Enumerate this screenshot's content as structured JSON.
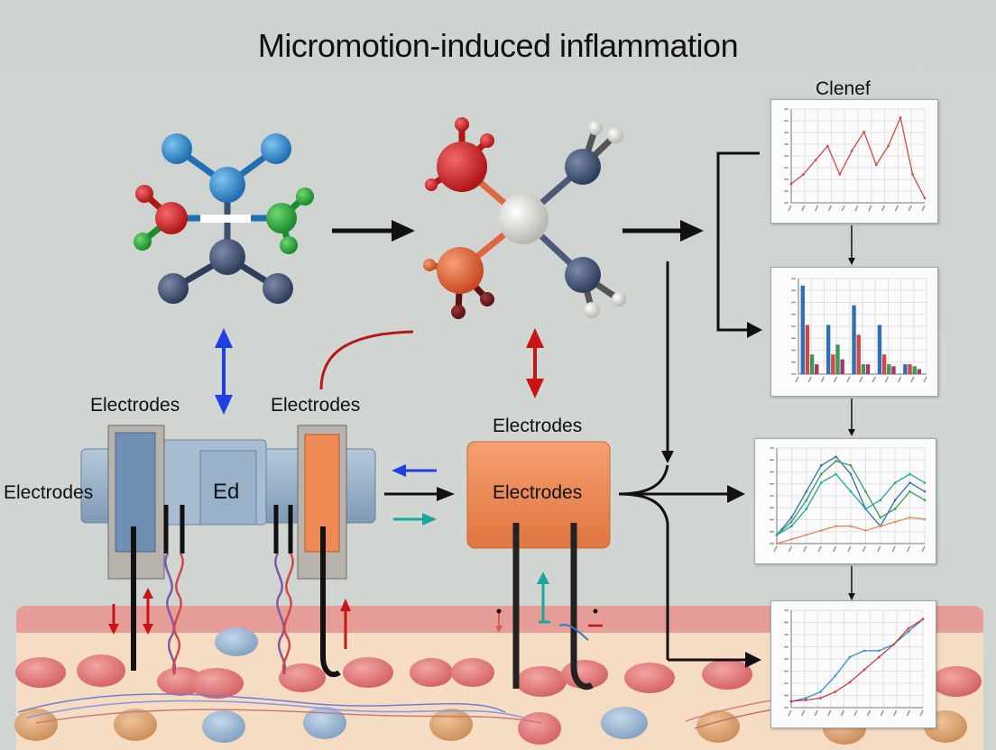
{
  "title": "Micromotion-induced inflammation",
  "labels": {
    "electrodes_left_top": "Electrodes",
    "electrodes_mid_top": "Electrodes",
    "electrodes_right_top": "Electrodes",
    "electrodes_left_side": "Electrodes",
    "electrode_box": "Electrodes",
    "device_label": "Ed"
  },
  "chart_title": "Clenef",
  "colors": {
    "blue_arrow": "#1f3fe0",
    "red_arrow": "#c81414",
    "teal_arrow": "#1aa7a0",
    "electrode_orange": "#f08a55",
    "device_blue": "#9ab4cc",
    "tissue_pink": "#e8a39a"
  },
  "chart_data": [
    {
      "type": "line",
      "series": [
        {
          "values": [
            2,
            3,
            4.5,
            6,
            3,
            5.5,
            7.5,
            4,
            6,
            9,
            3,
            0.5
          ]
        }
      ]
    },
    {
      "type": "bar",
      "series": [
        {
          "values": [
            9,
            5,
            7,
            5,
            1
          ]
        },
        {
          "values": [
            5,
            2,
            4,
            2,
            1
          ]
        },
        {
          "values": [
            2,
            3,
            1,
            1,
            0.8
          ]
        },
        {
          "values": [
            1,
            1.5,
            1,
            0.8,
            0.5
          ]
        }
      ]
    },
    {
      "type": "line",
      "series": [
        {
          "values": [
            1,
            3,
            6,
            9,
            10,
            8,
            4,
            2,
            5,
            7,
            6
          ]
        },
        {
          "values": [
            1,
            2.5,
            5,
            8,
            9.5,
            9,
            6,
            3,
            4,
            6,
            5
          ]
        },
        {
          "values": [
            1,
            2,
            4,
            7,
            8,
            6,
            4,
            5,
            7,
            8,
            7
          ]
        },
        {
          "values": [
            0,
            0.5,
            1,
            1.5,
            2,
            2,
            1.5,
            2,
            2.5,
            3,
            2.8
          ]
        }
      ]
    },
    {
      "type": "line",
      "series": [
        {
          "values": [
            1,
            1.5,
            2.5,
            5,
            8,
            9,
            9,
            10,
            12,
            14
          ]
        },
        {
          "values": [
            1,
            1.2,
            1.5,
            2.5,
            4,
            6,
            8,
            10,
            12.5,
            14
          ]
        }
      ]
    }
  ]
}
